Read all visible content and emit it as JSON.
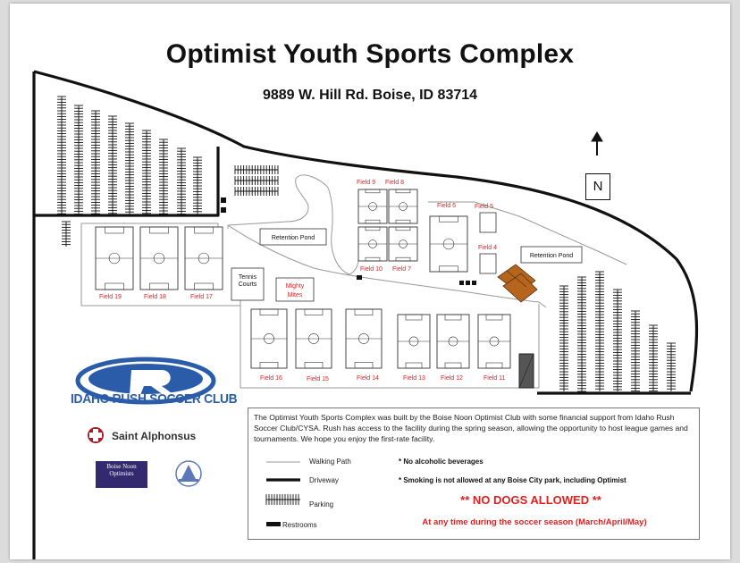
{
  "header": {
    "title": "Optimist Youth Sports Complex",
    "address": "9889 W. Hill Rd. Boise, ID 83714"
  },
  "north_label": "N",
  "map_labels": {
    "retention_pond_west": "Retention Pond",
    "retention_pond_east": "Retention Pond",
    "tennis_courts": "Tennis Courts",
    "mighty_mites": "Mighty Mites"
  },
  "fields": [
    {
      "id": "field-9",
      "label": "Field 9"
    },
    {
      "id": "field-8",
      "label": "Field 8"
    },
    {
      "id": "field-10",
      "label": "Field 10"
    },
    {
      "id": "field-7",
      "label": "Field 7"
    },
    {
      "id": "field-6",
      "label": "Field 6"
    },
    {
      "id": "field-5",
      "label": "Field 5"
    },
    {
      "id": "field-4",
      "label": "Field 4"
    },
    {
      "id": "field-19",
      "label": "Field 19"
    },
    {
      "id": "field-18",
      "label": "Field 18"
    },
    {
      "id": "field-17",
      "label": "Field 17"
    },
    {
      "id": "field-16",
      "label": "Field 16"
    },
    {
      "id": "field-15",
      "label": "Field 15"
    },
    {
      "id": "field-14",
      "label": "Field 14"
    },
    {
      "id": "field-13",
      "label": "Field 13"
    },
    {
      "id": "field-12",
      "label": "Field 12"
    },
    {
      "id": "field-11",
      "label": "Field 11"
    }
  ],
  "legend": {
    "description": "The Optimist Youth Sports Complex was built by the Boise Noon Optimist Club with some financial support from Idaho Rush Soccer Club/CYSA. Rush has access to the facility during the spring season, allowing the opportunity to host league games and tournaments. We hope you enjoy the first-rate facility.",
    "walking_path": "Walking Path",
    "driveway": "Driveway",
    "parking": "Parking",
    "restrooms": "Restrooms",
    "note_alcohol": "* No alcoholic beverages",
    "note_smoking": "* Smoking is not allowed at any Boise City park, including Optimist",
    "no_dogs": "** NO DOGS ALLOWED **",
    "season": "At any time during the soccer season (March/April/May)"
  },
  "logos": {
    "rush": "IDAHO RUSH SOCCER CLUB",
    "saint_alphonsus": "Saint Alphonsus",
    "boise_noon": "Boise Noon Optimists"
  }
}
